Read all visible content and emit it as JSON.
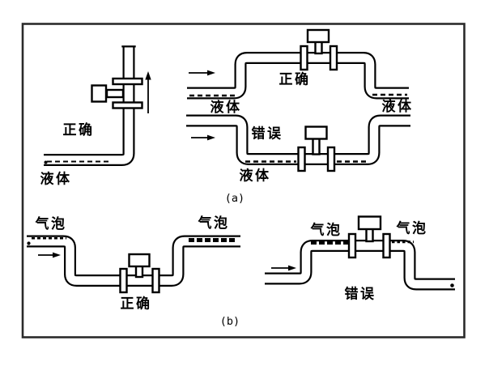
{
  "figure": {
    "colors": {
      "line": "#000000",
      "frame": "#2b2b2b",
      "background": "#ffffff"
    },
    "section_a": {
      "caption": "(a)",
      "vertical_install": {
        "verdict": "正确",
        "medium": "液体"
      },
      "raised_install": {
        "verdict": "正确",
        "medium_left": "液体",
        "medium_right": "液体"
      },
      "lowered_install": {
        "verdict": "错误",
        "medium": "液体"
      }
    },
    "section_b": {
      "caption": "(b)",
      "meter_low_install": {
        "verdict": "正确",
        "bubble_left": "气泡",
        "bubble_right": "气泡"
      },
      "meter_high_install": {
        "verdict": "错误",
        "bubble_left": "气泡",
        "bubble_right": "气泡"
      }
    }
  }
}
